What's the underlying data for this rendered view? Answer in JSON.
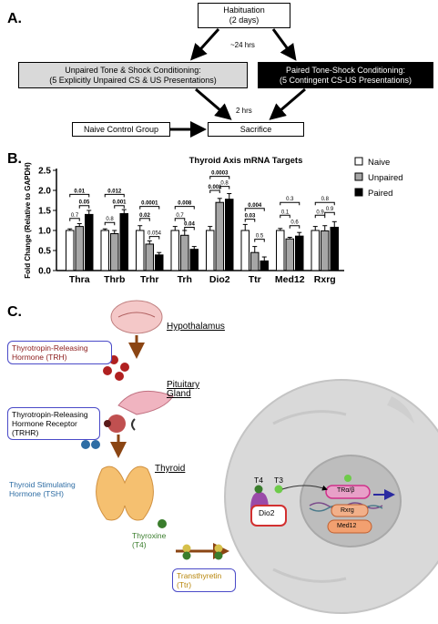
{
  "panelA": {
    "label": "A.",
    "habituation": "Habituation",
    "habituation_days": "(2 days)",
    "interval1": "~24 hrs",
    "unpaired_line1": "Unpaired Tone & Shock Conditioning:",
    "unpaired_line2": "(5 Explicitly Unpaired CS & US Presentations)",
    "paired_line1": "Paired Tone-Shock Conditioning:",
    "paired_line2": "(5 Contingent CS-US Presentations)",
    "interval2": "2 hrs",
    "naive": "Naive Control Group",
    "sacrifice": "Sacrifice"
  },
  "panelB": {
    "label": "B."
  },
  "chart_data": {
    "type": "bar",
    "title": "Thyroid Axis mRNA Targets",
    "ylabel": "Fold  Change (Relative to GAPDH)",
    "ylim": [
      0,
      2.5
    ],
    "yticks": [
      "0.0",
      "0.5",
      "1.0",
      "1.5",
      "2.0",
      "2.5"
    ],
    "legend_position": "top-right",
    "categories": [
      "Thra",
      "Thrb",
      "Trhr",
      "Trh",
      "Dio2",
      "Ttr",
      "Med12",
      "Rxrg"
    ],
    "series": [
      {
        "name": "Naive",
        "color": "#ffffff",
        "values": [
          1.0,
          1.0,
          1.0,
          1.0,
          1.0,
          1.0,
          1.0,
          1.0
        ],
        "errors": [
          0.04,
          0.04,
          0.12,
          0.1,
          0.1,
          0.15,
          0.05,
          0.1
        ]
      },
      {
        "name": "Unpaired",
        "color": "#a6a6a6",
        "values": [
          1.1,
          0.92,
          0.66,
          0.88,
          1.7,
          0.45,
          0.79,
          0.99
        ],
        "errors": [
          0.07,
          0.08,
          0.08,
          0.12,
          0.1,
          0.15,
          0.04,
          0.13
        ]
      },
      {
        "name": "Paired",
        "color": "#000000",
        "values": [
          1.4,
          1.42,
          0.39,
          0.53,
          1.78,
          0.24,
          0.86,
          1.08
        ],
        "errors": [
          0.1,
          0.1,
          0.06,
          0.07,
          0.14,
          0.1,
          0.09,
          0.14
        ]
      }
    ],
    "comparisons": [
      [
        {
          "label": "0.01",
          "bold": true,
          "from": 0,
          "to": 2,
          "y": 1.9
        },
        {
          "label": "0.7",
          "bold": false,
          "from": 0,
          "to": 1,
          "y": 1.3
        },
        {
          "label": "0.05",
          "bold": true,
          "from": 1,
          "to": 2,
          "y": 1.62
        }
      ],
      [
        {
          "label": "0.012",
          "bold": true,
          "from": 0,
          "to": 2,
          "y": 1.9
        },
        {
          "label": "0.8",
          "bold": false,
          "from": 0,
          "to": 1,
          "y": 1.2
        },
        {
          "label": "0.001",
          "bold": true,
          "from": 1,
          "to": 2,
          "y": 1.62
        }
      ],
      [
        {
          "label": "0.0001",
          "bold": true,
          "from": 0,
          "to": 2,
          "y": 1.6
        },
        {
          "label": "0.02",
          "bold": true,
          "from": 0,
          "to": 1,
          "y": 1.3
        },
        {
          "label": "0.054",
          "bold": false,
          "from": 1,
          "to": 2,
          "y": 0.85
        }
      ],
      [
        {
          "label": "0.008",
          "bold": true,
          "from": 0,
          "to": 2,
          "y": 1.6
        },
        {
          "label": "0.7",
          "bold": false,
          "from": 0,
          "to": 1,
          "y": 1.3
        },
        {
          "label": "0.04",
          "bold": true,
          "from": 1,
          "to": 2,
          "y": 1.08
        }
      ],
      [
        {
          "label": "0.0003",
          "bold": true,
          "from": 0,
          "to": 2,
          "y": 2.35
        },
        {
          "label": "0.001",
          "bold": true,
          "from": 0,
          "to": 1,
          "y": 2.0
        },
        {
          "label": "0.8",
          "bold": false,
          "from": 1,
          "to": 2,
          "y": 2.1
        }
      ],
      [
        {
          "label": "0.004",
          "bold": true,
          "from": 0,
          "to": 2,
          "y": 1.55
        },
        {
          "label": "0.03",
          "bold": true,
          "from": 0,
          "to": 1,
          "y": 1.28
        },
        {
          "label": "0.5",
          "bold": false,
          "from": 1,
          "to": 2,
          "y": 0.78
        }
      ],
      [
        {
          "label": "0.3",
          "bold": false,
          "from": 0,
          "to": 2,
          "y": 1.7
        },
        {
          "label": "0.1",
          "bold": false,
          "from": 0,
          "to": 1,
          "y": 1.38
        },
        {
          "label": "0.6",
          "bold": false,
          "from": 1,
          "to": 2,
          "y": 1.12
        }
      ],
      [
        {
          "label": "0.8",
          "bold": false,
          "from": 0,
          "to": 2,
          "y": 1.7
        },
        {
          "label": "0.9",
          "bold": false,
          "from": 0,
          "to": 1,
          "y": 1.38
        },
        {
          "label": "0.9",
          "bold": false,
          "from": 1,
          "to": 2,
          "y": 1.45
        }
      ]
    ]
  },
  "panelC": {
    "label": "C.",
    "hypothalamus": "Hypothalamus",
    "trh_line1": "Thyrotropin-Releasing",
    "trh_line2": "Hormone (TRH)",
    "pituitary_line1": "Pituitary",
    "pituitary_line2": "Gland",
    "trhr_line1": "Thyrotropin-Releasing",
    "trhr_line2": "Hormone Receptor",
    "trhr_line3": "(TRHR)",
    "thyroid": "Thyroid",
    "tsh_line1": "Thyroid Stimulating",
    "tsh_line2": "Hormone (TSH)",
    "thyroxine_line1": "Thyroxine",
    "thyroxine_line2": "(T4)",
    "ttr_line1": "Transthyretin",
    "ttr_line2": "(Ttr)",
    "t4": "T4",
    "t3": "T3",
    "dio2": "Dio2",
    "tra": "TRα/β",
    "rxrg": "Rxrg",
    "med12": "Med12",
    "colors": {
      "trh_red": "#8b1c1c",
      "tsh_blue": "#2e6da4",
      "t4_green": "#3a7d2c",
      "ttr_gold": "#b8860b",
      "box_blue": "#4a4ac8"
    }
  }
}
